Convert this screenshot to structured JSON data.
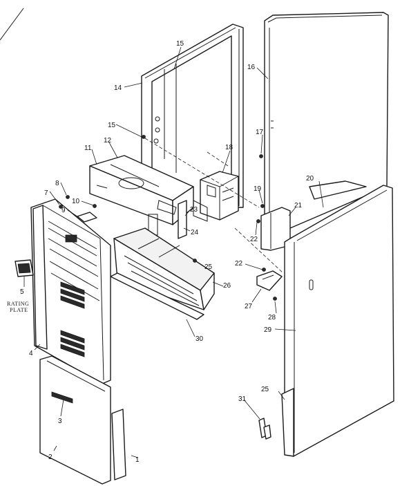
{
  "callouts": [
    {
      "id": "1",
      "text": "1"
    },
    {
      "id": "2",
      "text": "2"
    },
    {
      "id": "3",
      "text": "3"
    },
    {
      "id": "4",
      "text": "4"
    },
    {
      "id": "5",
      "text": "5"
    },
    {
      "id": "7",
      "text": "7"
    },
    {
      "id": "8",
      "text": "8"
    },
    {
      "id": "9",
      "text": "9"
    },
    {
      "id": "10",
      "text": "10"
    },
    {
      "id": "11",
      "text": "11"
    },
    {
      "id": "12",
      "text": "12"
    },
    {
      "id": "13",
      "text": "15"
    },
    {
      "id": "14",
      "text": "14"
    },
    {
      "id": "15",
      "text": "15"
    },
    {
      "id": "16",
      "text": "16"
    },
    {
      "id": "17",
      "text": "17"
    },
    {
      "id": "18",
      "text": "18"
    },
    {
      "id": "19",
      "text": "19"
    },
    {
      "id": "20",
      "text": "20"
    },
    {
      "id": "21",
      "text": "21"
    },
    {
      "id": "22a",
      "text": "22"
    },
    {
      "id": "22b",
      "text": "22"
    },
    {
      "id": "23",
      "text": "23"
    },
    {
      "id": "24",
      "text": "24"
    },
    {
      "id": "25a",
      "text": "25"
    },
    {
      "id": "25b",
      "text": "25"
    },
    {
      "id": "26",
      "text": "26"
    },
    {
      "id": "27",
      "text": "27"
    },
    {
      "id": "28",
      "text": "28"
    },
    {
      "id": "29",
      "text": "29"
    },
    {
      "id": "30",
      "text": "30"
    },
    {
      "id": "31",
      "text": "31"
    }
  ],
  "rating_plate": {
    "line1": "RATING",
    "line2": "PLATE"
  }
}
